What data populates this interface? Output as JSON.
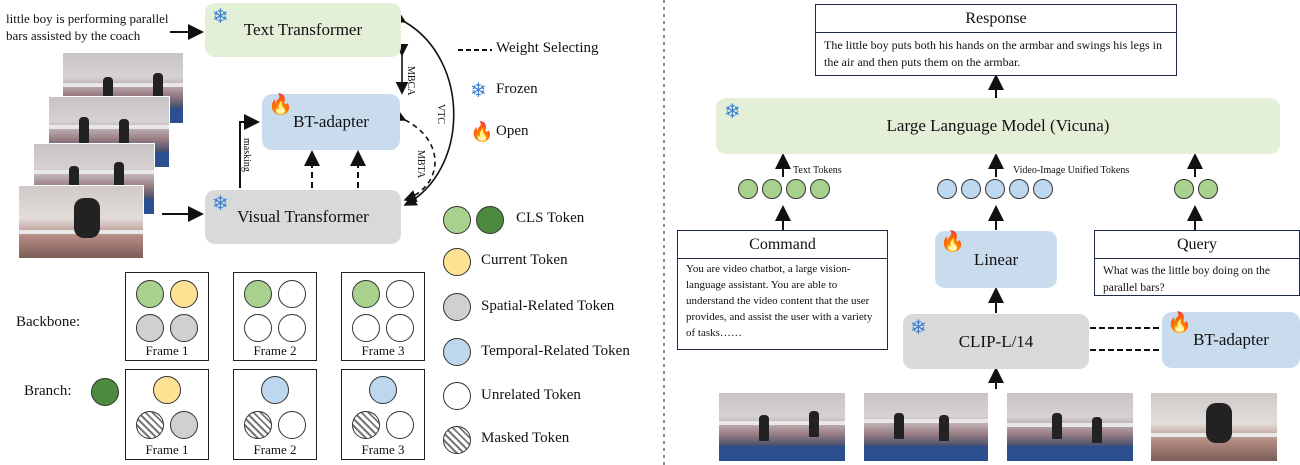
{
  "left": {
    "caption": [
      "little boy is  performing parallel",
      "bars assisted by the coach"
    ],
    "boxes": {
      "text_transformer": "Text Transformer",
      "bt_adapter": "BT-adapter",
      "visual_transformer": "Visual Transformer"
    },
    "edge_labels": {
      "mbca": "MBCA",
      "mbta": "MBTA",
      "vtc": "VTC",
      "masking": "masking"
    },
    "legend": {
      "weight_selecting": "Weight Selecting",
      "frozen": "Frozen",
      "open": "Open",
      "cls_token": "CLS Token",
      "current_token": "Current Token",
      "spatial_token": "Spatial-Related Token",
      "temporal_token": "Temporal-Related Token",
      "unrelated_token": "Unrelated Token",
      "masked_token": "Masked Token"
    },
    "rows": {
      "backbone": "Backbone:",
      "branch": "Branch:"
    },
    "frames": [
      "Frame 1",
      "Frame 2",
      "Frame 3"
    ]
  },
  "right": {
    "response": {
      "title": "Response",
      "text": "The little boy puts both his hands on the armbar and swings his legs in the air and then puts them on the armbar."
    },
    "llm": "Large  Language Model (Vicuna)",
    "token_labels": {
      "text": "Text Tokens",
      "video": "Video-Image Unified Tokens"
    },
    "command": {
      "title": "Command",
      "text": "You are video chatbot, a large vision-language assistant. You are able to understand the video content that the user provides, and assist the user with a variety of tasks……"
    },
    "linear": "Linear",
    "query": {
      "title": "Query",
      "text": "What was the little boy doing on the parallel bars?"
    },
    "clip": "CLIP-L/14",
    "bt_adapter": "BT-adapter"
  },
  "colors": {
    "green_box": "#e4efd8",
    "blue_box": "#c9dcee",
    "gray_box": "#d9d9d9",
    "cls_light": "#a9d18e",
    "cls_dark": "#4e8a3e",
    "current": "#ffe194",
    "spatial": "#d0d0d0",
    "temporal": "#bdd7ee",
    "snow": "#3a7fd1",
    "flame": "#e02a1c"
  },
  "icons": {
    "frozen": "snowflake-icon",
    "open": "flame-icon"
  }
}
